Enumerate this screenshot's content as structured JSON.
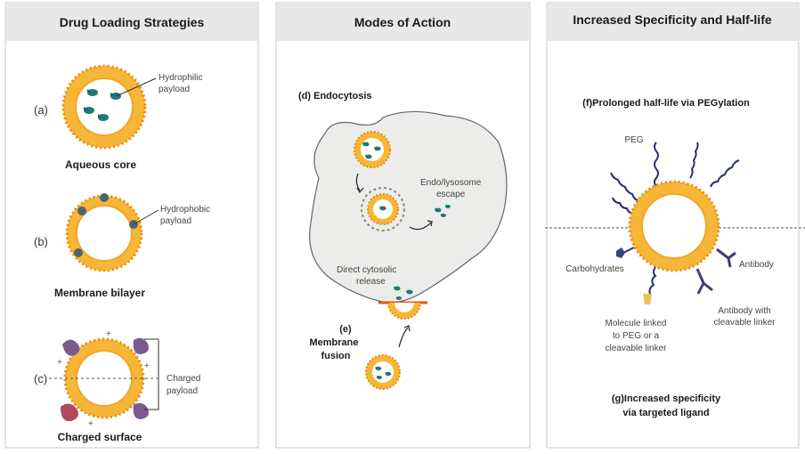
{
  "panels": {
    "loading": {
      "title": "Drug Loading Strategies",
      "a": {
        "letter": "(a)",
        "caption": "Aqueous core",
        "label_line1": "Hydrophilic",
        "label_line2": "payload"
      },
      "b": {
        "letter": "(b)",
        "caption": "Membrane bilayer",
        "label_line1": "Hydrophobic",
        "label_line2": "payload"
      },
      "c": {
        "letter": "(c)",
        "caption": "Charged surface",
        "label_line1": "Charged",
        "label_line2": "payload"
      }
    },
    "action": {
      "title": "Modes of Action",
      "d_title": "(d) Endocytosis",
      "escape_line1": "Endo/lysosome",
      "escape_line2": "escape",
      "direct_line1": "Direct cytosolic",
      "direct_line2": "release",
      "e_letter": "(e)",
      "e_line1": "Membrane",
      "e_line2": "fusion"
    },
    "specificity": {
      "title": "Increased Specificity and Half-life",
      "f_title": "(f)Prolonged half-life via PEGylation",
      "peg": "PEG",
      "carbohydrates": "Carbohydrates",
      "antibody": "Antibody",
      "antibody_linker_line1": "Antibody with",
      "antibody_linker_line2": "cleavable linker",
      "molecule_line1": "Molecule linked",
      "molecule_line2": "to PEG or a",
      "molecule_line3": "cleavable linker",
      "g_line1": "(g)Increased specificity",
      "g_line2": "via targeted ligand"
    }
  },
  "colors": {
    "header_bg": "#e8e8e8",
    "panel_border": "#c9c9c9",
    "lipid_orange": "#f0a020",
    "lipid_core": "#fde6a0",
    "payload_teal": "#1e7a78",
    "peg_navy": "#2a2f6e",
    "cell_fill": "#ececea",
    "charged_purple": "#7a5b90"
  }
}
